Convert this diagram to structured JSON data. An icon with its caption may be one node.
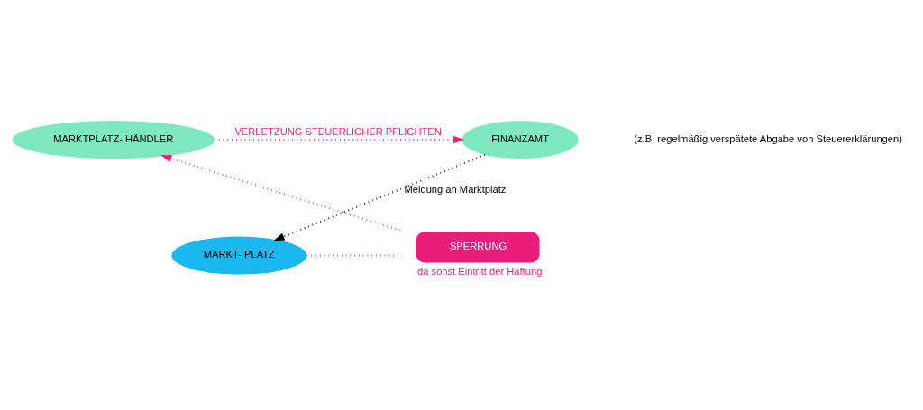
{
  "diagram": {
    "nodes": [
      {
        "text": [
          "MARKTPLATZ- HÄNDLER"
        ]
      },
      {
        "text": [
          "FINANZAMT"
        ]
      },
      {
        "text": [
          "MARKT- PLATZ"
        ]
      },
      {
        "text": [
          "SPERRUNG"
        ],
        "beside": [
          "da sonst Eintritt der Haftung"
        ]
      }
    ],
    "edges": [
      {
        "from": 0,
        "to": 1,
        "arrow": "to",
        "label": "VERLETZUNG STEUERLICHER PFLICHTEN"
      },
      {
        "from": 1,
        "to": 2,
        "arrow": "to",
        "label": "Meldung an Marktplatz",
        "color": "#000000"
      },
      {
        "from": 2,
        "to": 3,
        "arrow": "none"
      },
      {
        "from": 3,
        "to": 0,
        "arrow": "to"
      }
    ],
    "labels": [
      "(z.B. regelmäßig verspätete Abgabe von Steuererklärungen)"
    ]
  }
}
